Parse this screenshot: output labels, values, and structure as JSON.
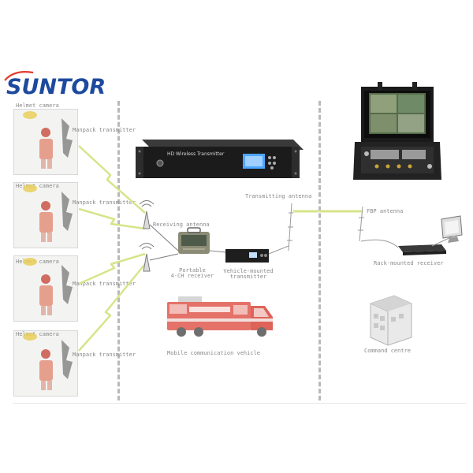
{
  "brand": {
    "logo_text": "SUNTOR",
    "logo_color": "#1d4a9e"
  },
  "colors": {
    "divider": "#b9b9b9",
    "link_line": "#d8e48a",
    "label": "#8a8a8a",
    "device_dark": "#1c1c1c",
    "vehicle_red": "#e05a4e"
  },
  "field_units": [
    {
      "camera_label": "Helmet camera",
      "transmitter_label": "Manpack transmitter"
    },
    {
      "camera_label": "Helmet camera",
      "transmitter_label": "Manpack transmitter"
    },
    {
      "camera_label": "Helmet camera",
      "transmitter_label": "Manpack transmitter"
    },
    {
      "camera_label": "Helmet camera",
      "transmitter_label": "Manpack transmitter"
    }
  ],
  "rack_device": {
    "panel_text": "HD Wireless Transmitter"
  },
  "labels": {
    "receiving_antenna": "Receiving antenna",
    "portable_receiver": "Portable",
    "portable_receiver_2": "4-CH receiver",
    "vehicle_transmitter": "Vehicle-mounted",
    "vehicle_transmitter_2": "transmitter",
    "mobile_vehicle": "Mobile communication vehicle",
    "transmitting_antenna": "Transmitting antenna",
    "fbp_antenna": "FBP antenna",
    "rack_receiver": "Rack-mounted receiver",
    "command_centre": "Command centre"
  }
}
